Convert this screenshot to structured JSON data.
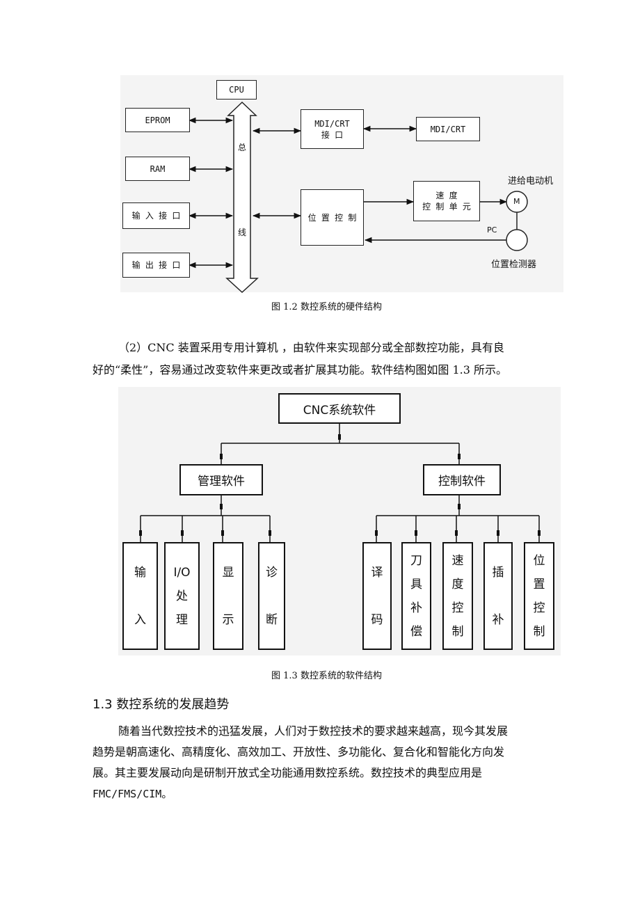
{
  "figure1": {
    "caption": "图 1.2  数控系统的硬件结构",
    "cpu": "CPU",
    "bus_top": "总",
    "bus_bottom": "线",
    "eprom": "EPROM",
    "ram": "RAM",
    "input_port": "输 入 接 口",
    "output_port": "输 出 接 口",
    "mdi_crt_port": "MDI/CRT\n接    口",
    "mdi_crt": "MDI/CRT",
    "position_control": "位 置 控 制",
    "speed_control": "速    度\n控 制 单 元",
    "motor_label": "进给电动机",
    "motor_symbol": "M",
    "pc_label": "PC",
    "detector_label": "位置检测器"
  },
  "paragraph1": {
    "line1": "（2）CNC 装置采用专用计算机 ，由软件来实现部分或全部数控功能，具有良",
    "line2": "好的“柔性”，容易通过改变软件来更改或者扩展其功能。软件结构图如图 1.3 所示。"
  },
  "figure2": {
    "caption": "图 1.3  数控系统的软件结构",
    "root": "CNC系统软件",
    "management": "管理软件",
    "control": "控制软件",
    "mgmt_leaves": [
      "输\n\n入",
      "I/O\n处\n理",
      "显\n\n示",
      "诊\n\n断"
    ],
    "ctrl_leaves": [
      "译\n\n码",
      "刀\n具\n补\n偿",
      "速\n度\n控\n制",
      "插\n\n补",
      "位\n置\n控\n制"
    ]
  },
  "section": {
    "heading": "1.3 数控系统的发展趋势",
    "line1": "随着当代数控技术的迅猛发展，人们对于数控技术的要求越来越高，现今其发展",
    "line2": "趋势是朝高速化、高精度化、高效加工、开放性、多功能化、复合化和智能化方向发",
    "line3": "展。其主要发展动向是研制开放式全功能通用数控系统。数控技术的典型应用是",
    "line4": "FMC/FMS/CIM。"
  }
}
